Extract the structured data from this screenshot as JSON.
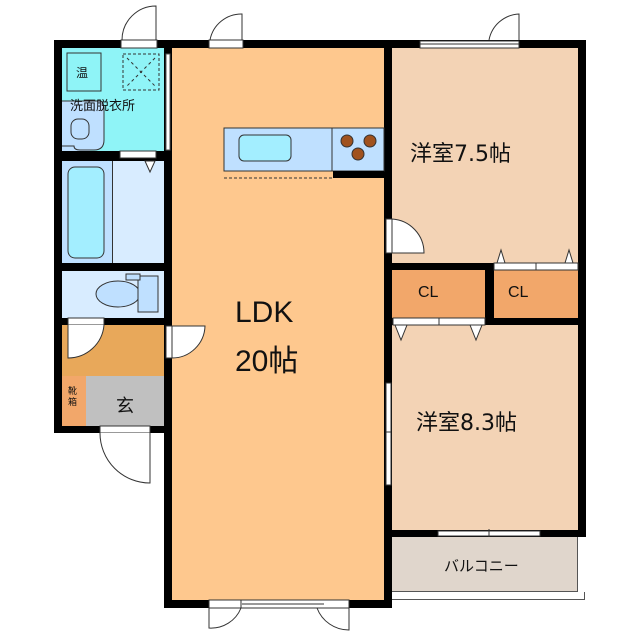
{
  "floorplan": {
    "rooms": {
      "ldk": {
        "name": "LDK",
        "size": "20帖",
        "color": "#fec88e"
      },
      "western_1": {
        "label": "洋室7.5帖",
        "color": "#f3d3b5"
      },
      "western_2": {
        "label": "洋室8.3帖",
        "color": "#f3d3b5"
      },
      "closet_1": {
        "label": "CL",
        "color": "#f2a76a"
      },
      "closet_2": {
        "label": "CL",
        "color": "#f2a76a"
      },
      "washroom": {
        "label": "洗面脱衣所",
        "color": "#8ff4f7"
      },
      "water_heater": {
        "label": "温"
      },
      "entrance": {
        "label": "玄",
        "color": "#c0c0c0"
      },
      "shoe_box": {
        "label": "靴箱",
        "color": "#f2a76a"
      },
      "hall": {
        "color": "#e8a85a"
      },
      "bathroom": {
        "color": "#d8ecff"
      },
      "toilet": {
        "color": "#d8ecff"
      },
      "balcony": {
        "label": "バルコニー",
        "color": "#e0d6cc"
      }
    },
    "fixtures": {
      "kitchen_counter_color": "#bfe0ff",
      "sink_color": "#a3eeff",
      "burner_color": "#a0521e"
    },
    "wall_color": "#000000"
  }
}
